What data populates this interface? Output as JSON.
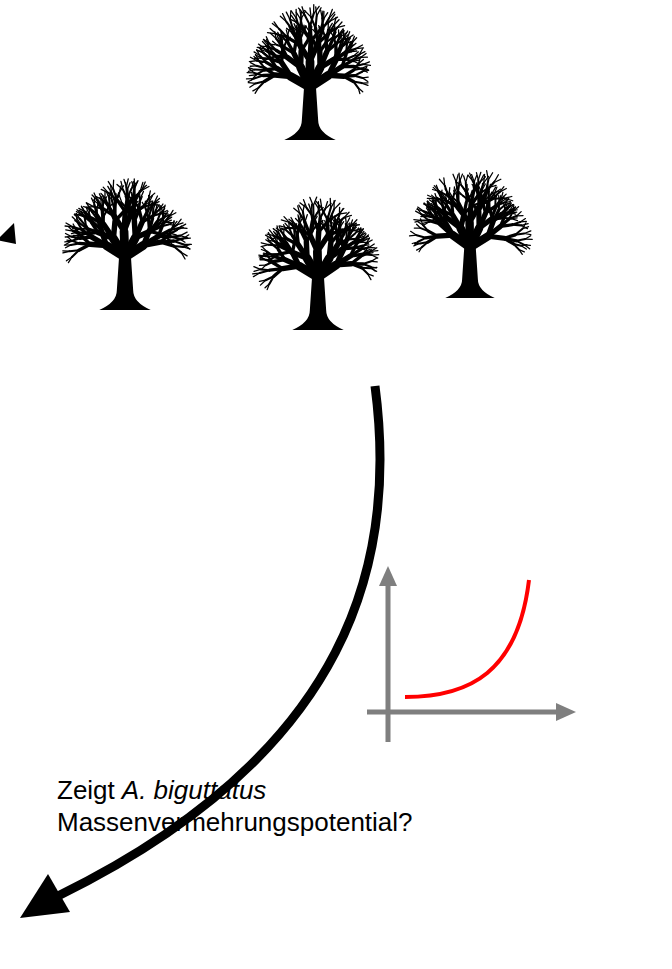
{
  "diagram": {
    "labels": [
      "Zeigt",
      "A. biguttatus",
      "Massenvermehrungspotential?"
    ]
  }
}
